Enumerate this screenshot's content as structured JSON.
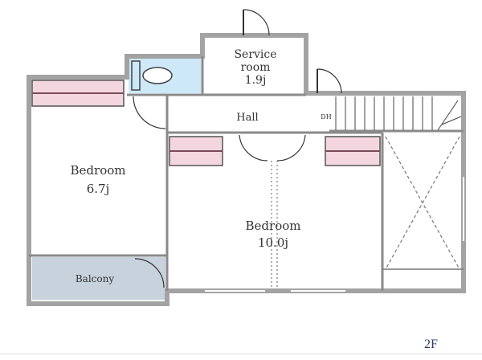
{
  "rooms": {
    "service_room": {
      "name_line1": "Service",
      "name_line2": "room",
      "size": "1.9j"
    },
    "hall": {
      "name": "Hall"
    },
    "dh": {
      "name": "DH"
    },
    "bedroom_left": {
      "name": "Bedroom",
      "size": "6.7j"
    },
    "bedroom_main": {
      "name": "Bedroom",
      "size": "10.0j"
    },
    "balcony": {
      "name": "Balcony"
    }
  },
  "floor_label": "2F",
  "colors": {
    "wall": "#a3a3a3",
    "toilet": "#cde8f7",
    "closet": "#f4d6df",
    "balcony": "#c8d2dc"
  }
}
